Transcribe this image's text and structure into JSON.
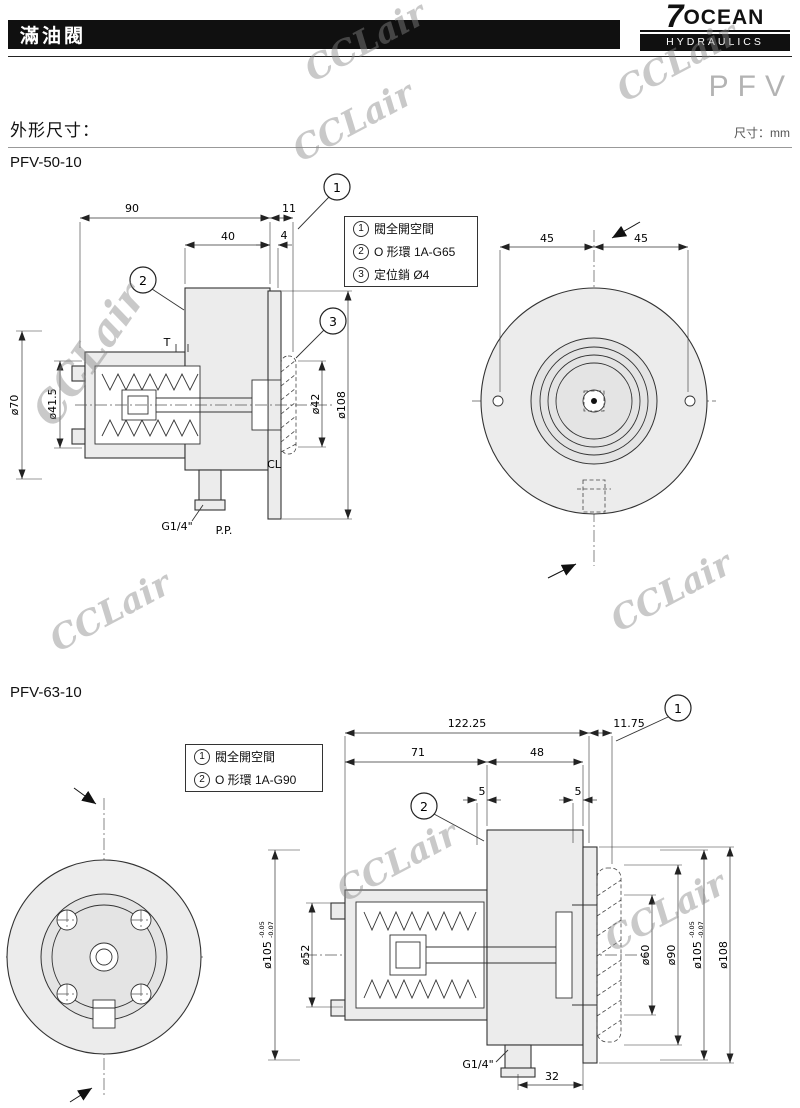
{
  "page": {
    "watermark": "CCLair",
    "section_title": "外形尺寸：",
    "unit_note": "尺寸：mm"
  },
  "header": {
    "title": "滿油閥",
    "brand_seven": "7",
    "brand_name": "OCEAN",
    "brand_sub": "HYDRAULICS",
    "series": "PFV"
  },
  "pfv50": {
    "model": "PFV-50-10",
    "legend": [
      {
        "num": "1",
        "text": "閥全開空間"
      },
      {
        "num": "2",
        "text": "O 形環 1A-G65"
      },
      {
        "num": "3",
        "text": "定位銷 Ø4"
      }
    ],
    "b1": "1",
    "b2": "2",
    "b3": "3",
    "dims": {
      "w90": "90",
      "w11": "11",
      "w40": "40",
      "w4": "4",
      "dia70": "ø70",
      "dia41_5": "ø41.5",
      "dia42": "ø42",
      "dia108": "ø108",
      "port_t": "T",
      "cl": "CL",
      "g14": "G1/4\"",
      "pp": "P.P.",
      "front45a": "45",
      "front45b": "45"
    }
  },
  "pfv63": {
    "model": "PFV-63-10",
    "legend": [
      {
        "num": "1",
        "text": "閥全開空間"
      },
      {
        "num": "2",
        "text": "O 形環 1A-G90"
      }
    ],
    "b1": "1",
    "b2": "2",
    "dims": {
      "w12225": "122.25",
      "w1175": "11.75",
      "w71": "71",
      "w48": "48",
      "w5a": "5",
      "w5b": "5",
      "dia105l": "ø105",
      "dia105r": "ø105",
      "tol_hi": "-0.05",
      "tol_lo": "-0.07",
      "dia52": "ø52",
      "dia60": "ø60",
      "dia90": "ø90",
      "dia108": "ø108",
      "g14": "G1/4\"",
      "w32": "32"
    }
  }
}
